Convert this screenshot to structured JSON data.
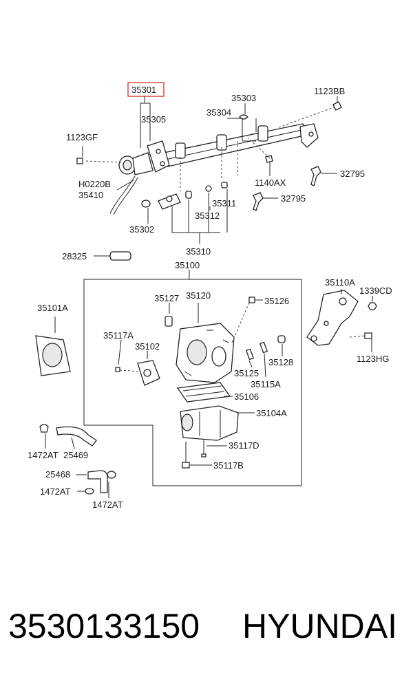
{
  "highlight_color": "#d9534f",
  "labels": {
    "l35301": "35301",
    "l35305": "35305",
    "l35303": "35303",
    "l35304": "35304",
    "l1123BB": "1123BB",
    "l1123GF": "1123GF",
    "lH0220B": "H0220B",
    "l35410": "35410",
    "l1140AX": "1140AX",
    "l32795a": "32795",
    "l32795b": "32795",
    "l35311": "35311",
    "l35312": "35312",
    "l35302": "35302",
    "l35310": "35310",
    "l28325": "28325",
    "l35100": "35100",
    "l35101A": "35101A",
    "l35127": "35127",
    "l35120": "35120",
    "l35126": "35126",
    "l35110A": "35110A",
    "l1339CD": "1339CD",
    "l35117A": "35117A",
    "l35102": "35102",
    "l35128": "35128",
    "l1123HG": "1123HG",
    "l35125": "35125",
    "l35115A": "35115A",
    "l35106": "35106",
    "l35104A": "35104A",
    "l35117D": "35117D",
    "l35117B": "35117B",
    "l1472ATa": "1472AT",
    "l25469": "25469",
    "l25468": "25468",
    "l1472ATb": "1472AT",
    "l1472ATc": "1472AT"
  },
  "footer": {
    "part_number": "3530133150",
    "brand": "HYUNDAI"
  }
}
